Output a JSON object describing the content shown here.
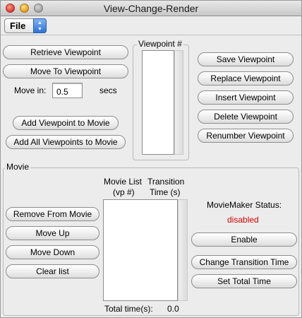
{
  "window": {
    "title": "View-Change-Render"
  },
  "menu": {
    "file_label": "File"
  },
  "viewpoint_section": {
    "retrieve_label": "Retrieve Viewpoint",
    "move_to_label": "Move To Viewpoint",
    "move_in_label": "Move in:",
    "move_in_value": "0.5",
    "move_in_unit": "secs",
    "add_to_movie_label": "Add Viewpoint to Movie",
    "add_all_label": "Add All Viewpoints to Movie",
    "group_label": "Viewpoint #",
    "save_label": "Save Viewpoint",
    "replace_label": "Replace Viewpoint",
    "insert_label": "Insert Viewpoint",
    "delete_label": "Delete Viewpoint",
    "renumber_label": "Renumber Viewpoint"
  },
  "movie_section": {
    "group_label": "Movie",
    "list_header_line1": "Movie List",
    "list_header_line2": "(vp #)",
    "transition_header_line1": "Transition",
    "transition_header_line2": "Time (s)",
    "remove_label": "Remove From Movie",
    "move_up_label": "Move Up",
    "move_down_label": "Move Down",
    "clear_label": "Clear list",
    "status_label": "MovieMaker Status:",
    "status_value": "disabled",
    "status_color": "#d40000",
    "enable_label": "Enable",
    "change_transition_label": "Change Transition Time",
    "set_total_label": "Set Total Time",
    "total_time_label": "Total time(s):",
    "total_time_value": "0.0"
  }
}
